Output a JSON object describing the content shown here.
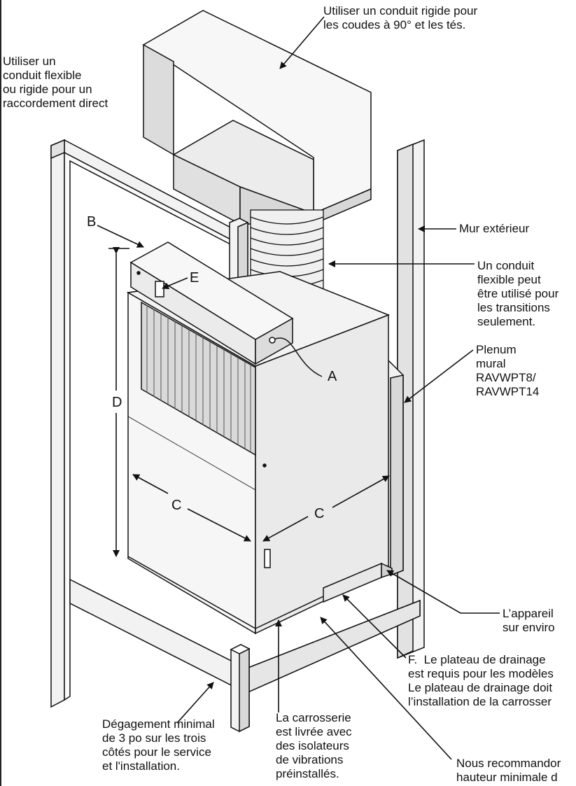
{
  "labels": {
    "top_left": "Utiliser un\nconduit flexible\nou rigide pour un\nraccordement direct",
    "top_right": "Utiliser un conduit rigide pour\nles coudes à 90° et les tés.",
    "exterior_wall": "Mur extérieur",
    "flexible_duct": "Un conduit\nflexible peut\nêtre utilisé pour\nles transitions\nseulement.",
    "plenum": "Plenum\nmural\nRAVWPT8/\nRAVWPT14",
    "appliance": "L’appareil\nsur enviro",
    "drain_pan": "F.  Le plateau de drainage\nest requis pour les modèles\nLe plateau de drainage doit\nl’installation de la carrosser",
    "clearance": "Dégagement minimal\nde 3 po sur les trois\ncôtés pour le service\net l'installation.",
    "cabinet": "La carrosserie\nest livrée avec\ndes isolateurs\nde vibrations\npréinstallés.",
    "recommend": "Nous recommandor\nhauteur minimale d"
  },
  "letters": {
    "a": "A",
    "b": "B",
    "c_left": "C",
    "c_right": "C",
    "d": "D",
    "e": "E"
  },
  "colors": {
    "line": "#111111",
    "panel_light": "#f2f2f2",
    "panel_mid": "#e2e2e2",
    "panel_dark": "#cfcfcf",
    "grille": "#555555"
  }
}
